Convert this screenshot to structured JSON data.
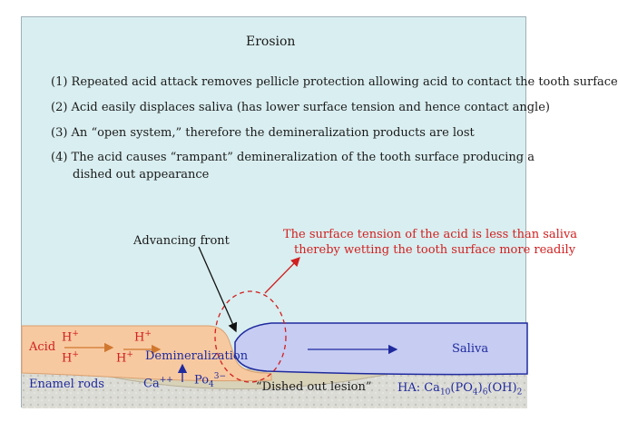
{
  "title": "Erosion",
  "points": [
    "(1) Repeated acid attack removes pellicle protection allowing acid to contact the tooth surface",
    "(2) Acid easily displaces saliva (has lower surface tension and hence contact angle)",
    "(3) An “open system,” therefore the demineralization products are lost",
    "(4) The acid causes “rampant” demineralization of the tooth surface producing a",
    "dished out appearance"
  ],
  "labels": {
    "advancing_front": "Advancing front",
    "tension_note_line1": "The surface tension of the acid is less than saliva",
    "tension_note_line2": "thereby wetting the tooth surface more readily",
    "acid": "Acid",
    "h_ion": "H",
    "h_charge": "+",
    "demineralization": "Demineralization",
    "saliva": "Saliva",
    "enamel_rods": "Enamel rods",
    "ca_ion": "Ca",
    "ca_charge": "++",
    "po4_ion": "Po",
    "po4_sub": "4",
    "po4_charge": "3−",
    "lesion": "“Dished out lesion”",
    "ha_prefix": "HA: Ca",
    "ha_sub1": "10",
    "ha_mid": "(PO",
    "ha_sub2": "4",
    "ha_mid2": ")",
    "ha_sub3": "6",
    "ha_end": "(OH)",
    "ha_sub4": "2"
  },
  "colors": {
    "background": "#d9eef0",
    "acid_fill": "#f7c9a0",
    "saliva_fill": "#c6ccf2",
    "saliva_outline": "#1f2a9e",
    "enamel": "#dcdcd6",
    "lesion_fill": "#d8d2b8",
    "annotation_red": "#d12020"
  }
}
